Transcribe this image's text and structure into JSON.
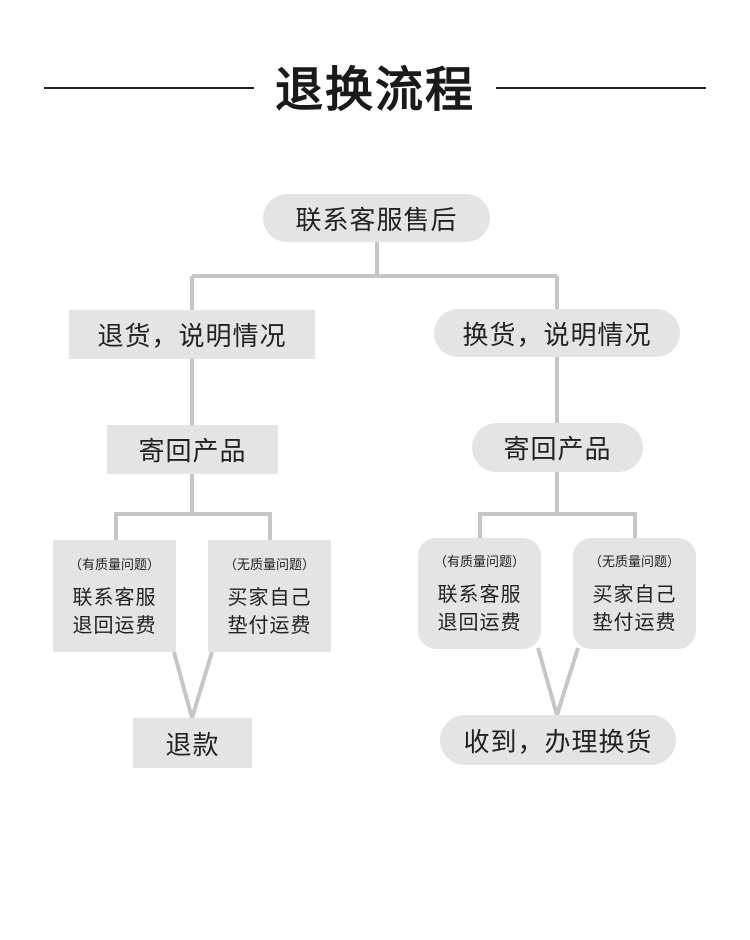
{
  "title": "退换流程",
  "top": {
    "label": "联系客服售后"
  },
  "left": {
    "step1": "退货，说明情况",
    "step2": "寄回产品",
    "card_quality": {
      "note": "（有质量问题）",
      "line1": "联系客服",
      "line2": "退回运费"
    },
    "card_noquality": {
      "note": "（无质量问题）",
      "line1": "买家自己",
      "line2": "垫付运费"
    },
    "result": "退款"
  },
  "right": {
    "step1": "换货，说明情况",
    "step2": "寄回产品",
    "card_quality": {
      "note": "（有质量问题）",
      "line1": "联系客服",
      "line2": "退回运费"
    },
    "card_noquality": {
      "note": "（无质量问题）",
      "line1": "买家自己",
      "line2": "垫付运费"
    },
    "result": "收到，办理换货"
  },
  "colors": {
    "node_fill": "#e4e4e4",
    "connector": "#c6c6c6",
    "text": "#222222"
  }
}
